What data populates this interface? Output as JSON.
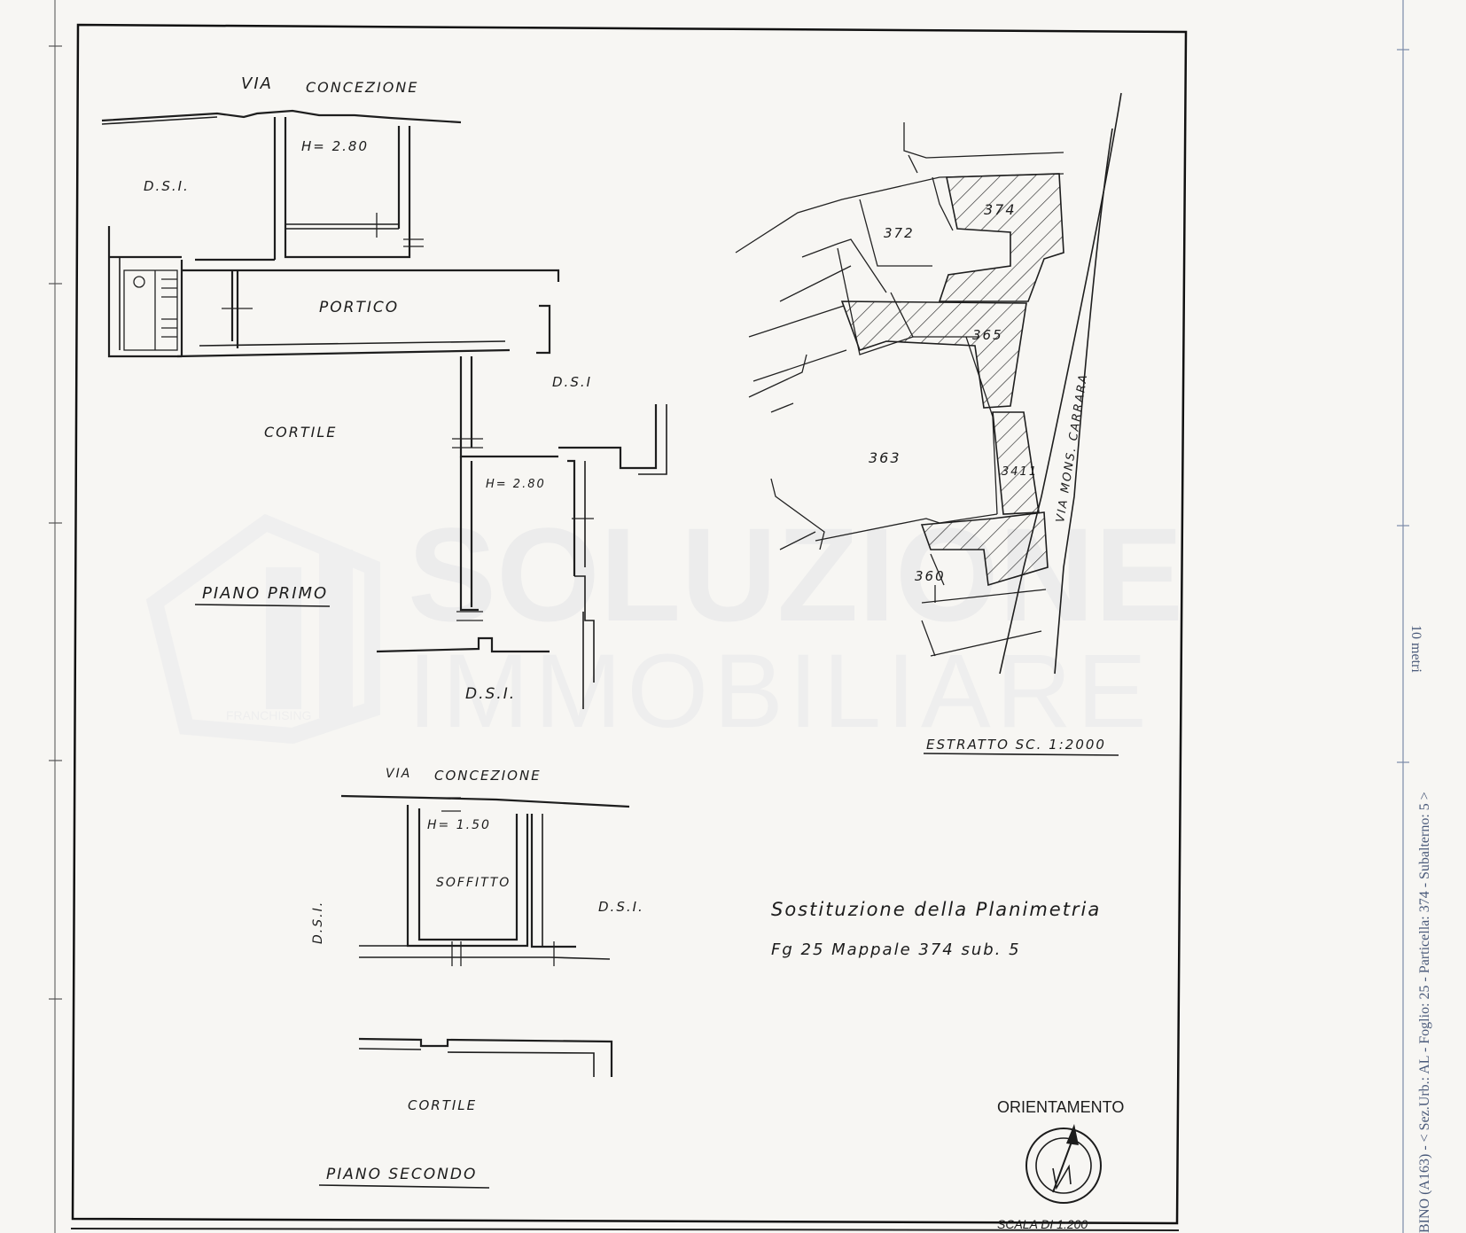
{
  "floor1": {
    "street": [
      "VIA",
      "CONCEZIONE"
    ],
    "height": "H= 2.80",
    "dsi_left": "D.S.I.",
    "portico": "PORTICO",
    "dsi_right": "D.S.I",
    "cortile": "CORTILE",
    "height2": "H= 2.80",
    "title": "PIANO PRIMO",
    "dsi_bottom": "D.S.I."
  },
  "extract": {
    "parcels": [
      "374",
      "372",
      "365",
      "363",
      "3411",
      "360"
    ],
    "road": "VIA MONS. CARRARA",
    "caption": "ESTRATTO SC. 1:2000"
  },
  "floor2": {
    "street": [
      "VIA",
      "CONCEZIONE"
    ],
    "height": "H= 1.50",
    "room": "SOFFITTO",
    "dsi_right": "D.S.I.",
    "dsi_left": "D.S.I.",
    "cortile": "CORTILE",
    "title": "PIANO SECONDO"
  },
  "notes": {
    "line1": "Sostituzione della Planimetria",
    "line2": "Fg 25   Mappale 374 sub. 5"
  },
  "orientation": {
    "label": "ORIENTAMENTO",
    "scale": "SCALA DI 1:200"
  },
  "watermark": {
    "word1": "SOLUZIONE",
    "word2": "IMMOBILIARE",
    "sub": "FRANCHISING"
  },
  "sidebar": {
    "scale_label": "10 metri",
    "reference": "BINO (A163) - < Sez.Urb.: AL - Foglio: 25 - Particella: 374 - Subalterno: 5 >"
  }
}
